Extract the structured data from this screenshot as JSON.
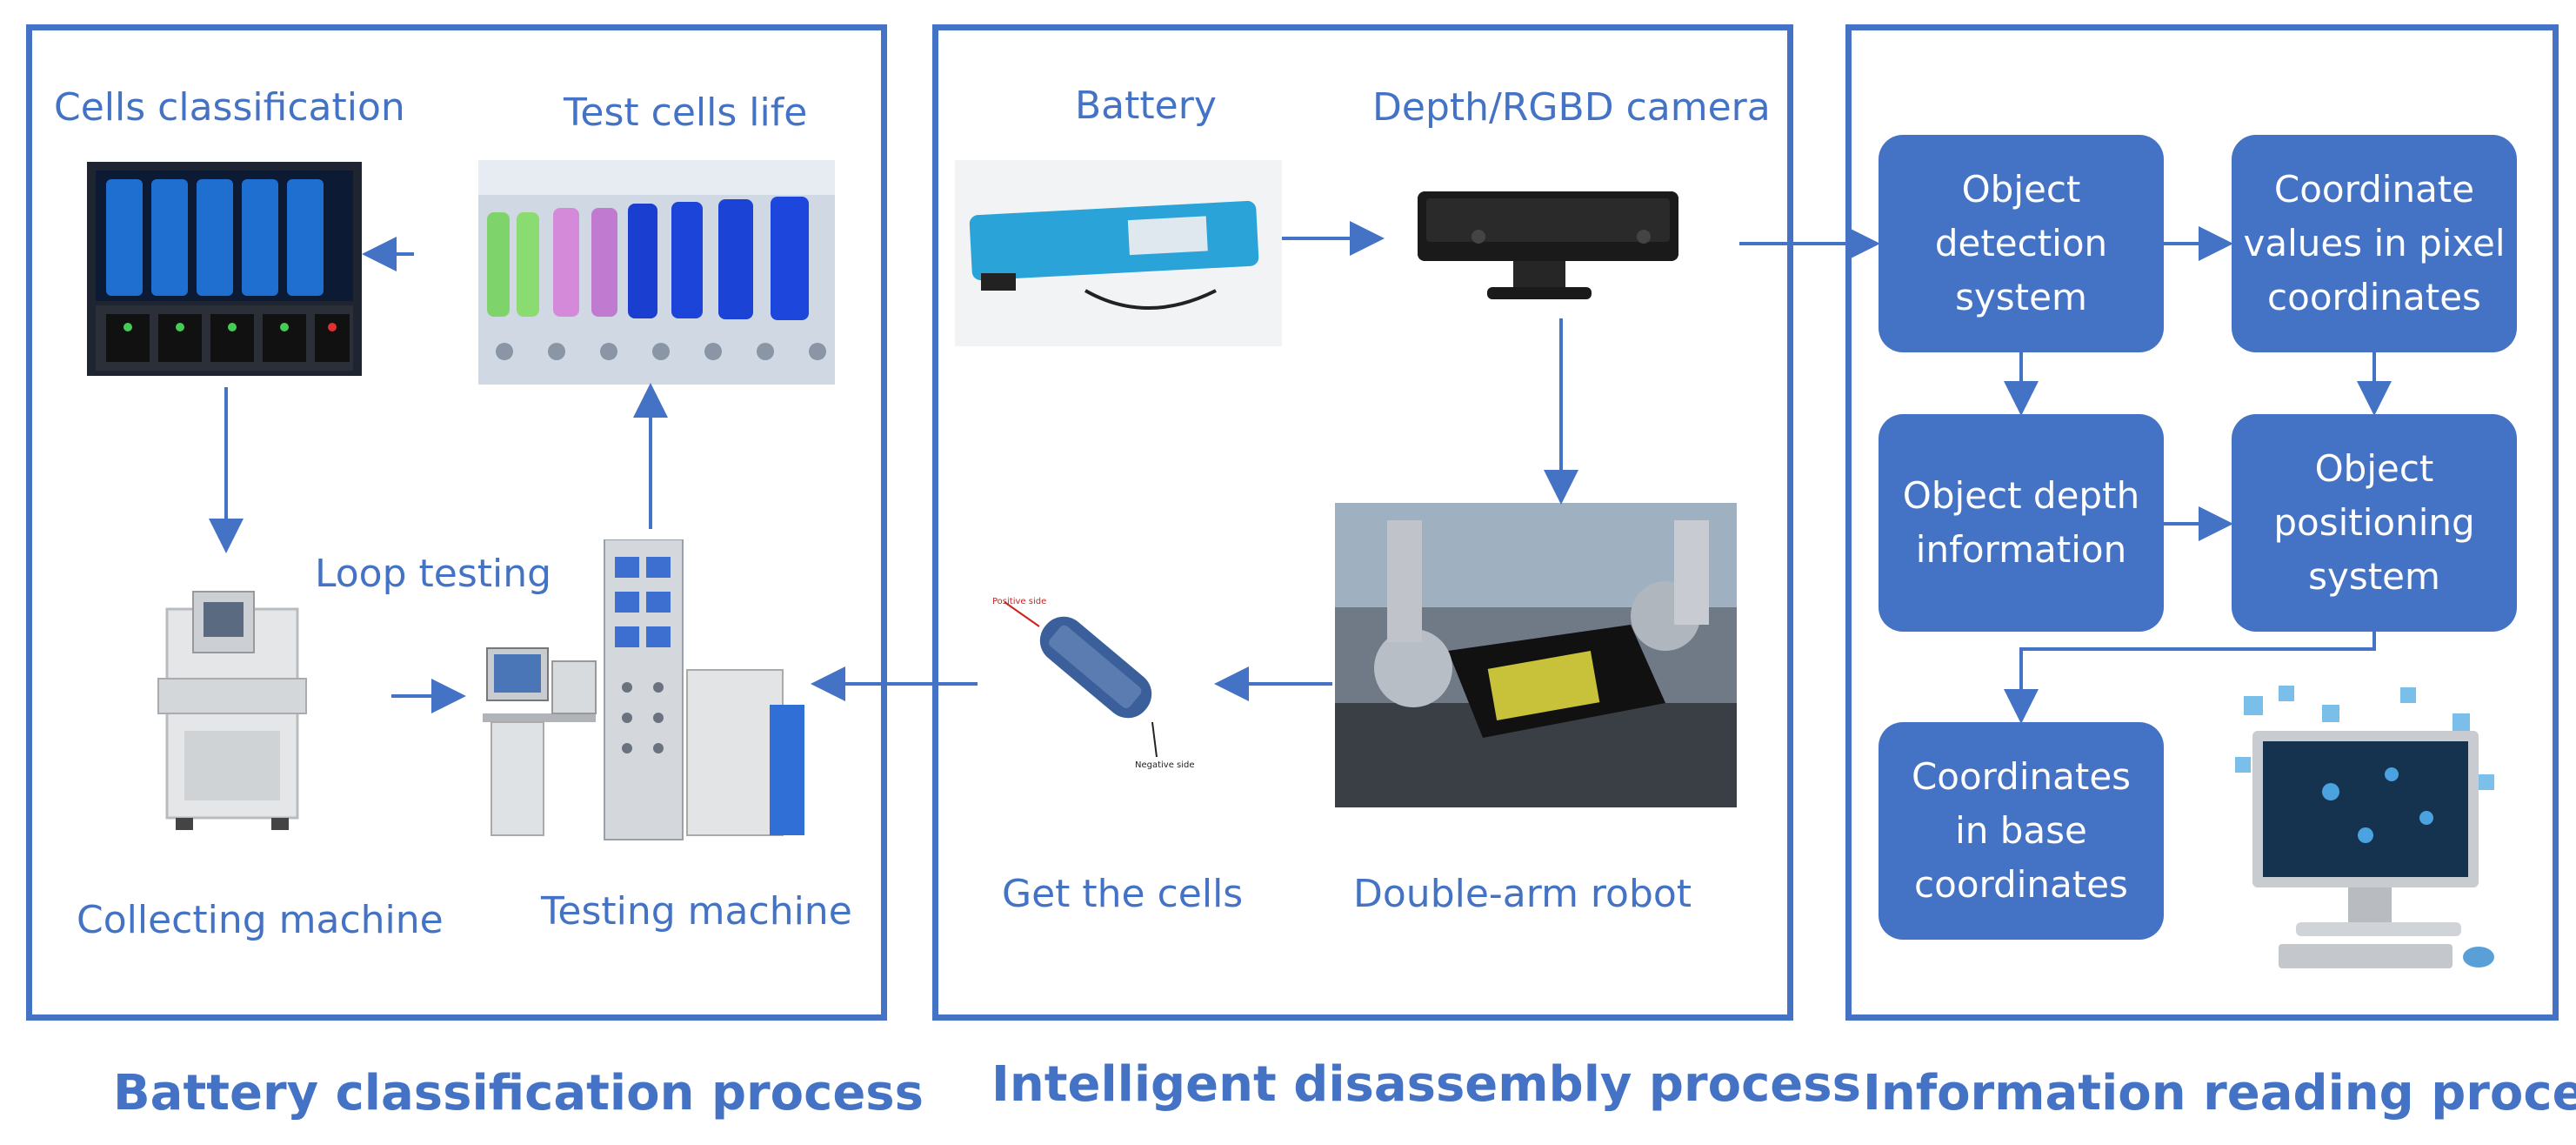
{
  "colors": {
    "accent": "#4472c4",
    "box_text": "#ffffff"
  },
  "left_panel": {
    "title": "Battery classification process",
    "labels": {
      "cells_classification": "Cells classification",
      "test_cells_life": "Test cells life",
      "loop_testing": "Loop testing",
      "collecting_machine": "Collecting machine",
      "testing_machine": "Testing machine"
    }
  },
  "middle_panel": {
    "title": "Intelligent disassembly process",
    "labels": {
      "battery": "Battery",
      "camera": "Depth/RGBD camera",
      "get_cells": "Get the cells",
      "robot": "Double-arm robot"
    }
  },
  "right_panel": {
    "title": "Information reading process",
    "boxes": {
      "object_detection": "Object\ndetection\nsystem",
      "coordinate_values": "Coordinate\nvalues in pixel\ncoordinates",
      "depth_info": "Object depth\ninformation",
      "positioning": "Object\npositioning\nsystem",
      "base_coords": "Coordinates\nin base\ncoordinates"
    }
  }
}
